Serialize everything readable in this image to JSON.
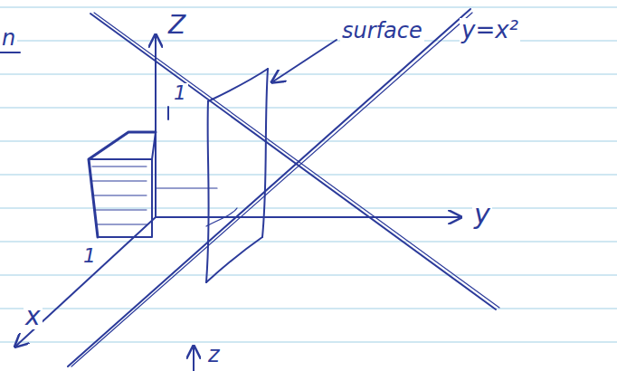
{
  "diagram": {
    "labels": [
      "n",
      "Z",
      "1",
      "1",
      "x",
      "y",
      "surface",
      "y=x²",
      "z"
    ]
  }
}
